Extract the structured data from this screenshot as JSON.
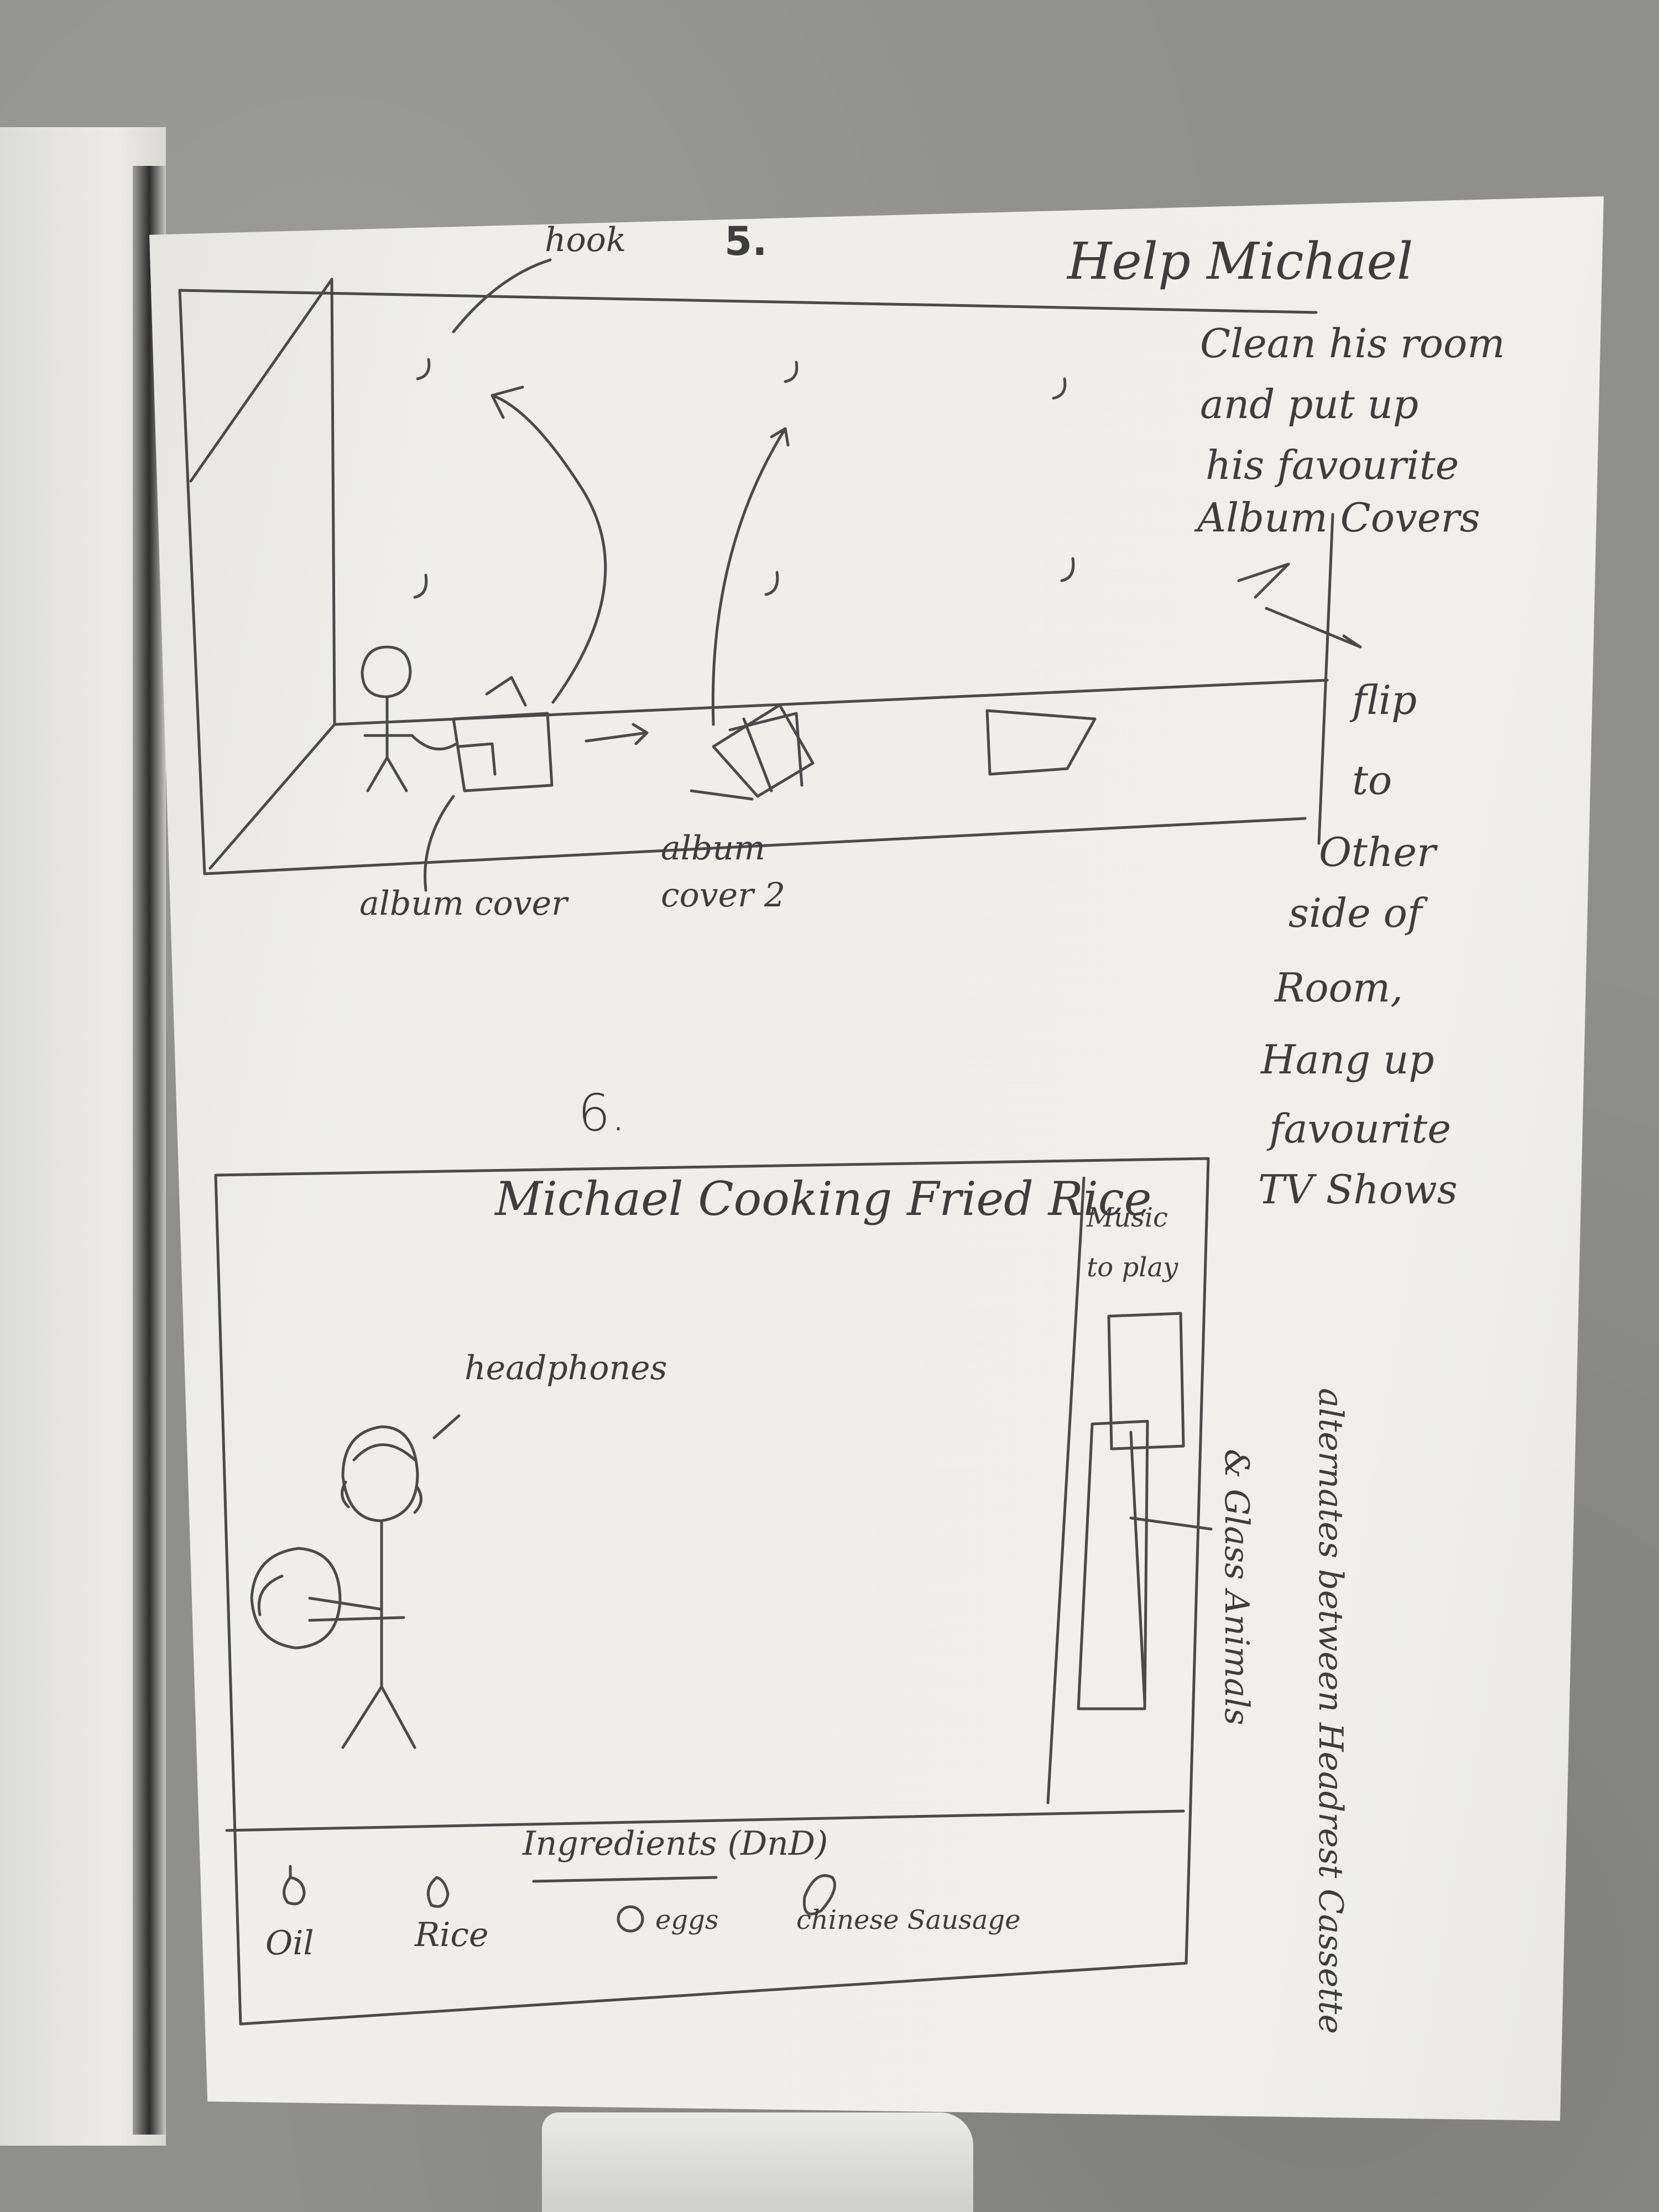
{
  "frame5": {
    "number": "5.",
    "hook_label": "hook",
    "task_title": "Help Michael",
    "task_lines": [
      "Clean his room",
      "and put up",
      "his favourite",
      "Album Covers"
    ],
    "flip_lines": [
      "flip",
      "to",
      "Other",
      "side of",
      "Room,",
      "Hang up",
      "favourite",
      "TV Shows"
    ],
    "album_cover_label": "album cover",
    "album_cover2_label": [
      "album",
      "cover 2"
    ]
  },
  "frame6": {
    "number": "6.",
    "title": "Michael Cooking Fried Rice",
    "headphones_label": "headphones",
    "music_label": [
      "Music",
      "to play"
    ],
    "alternates_note": [
      "alternates between Headrest Cassette",
      "& Glass Animals"
    ],
    "ingredients_title": "Ingredients (DnD)",
    "ingredients": [
      "Oil",
      "Rice",
      "eggs",
      "chinese Sausage"
    ]
  }
}
